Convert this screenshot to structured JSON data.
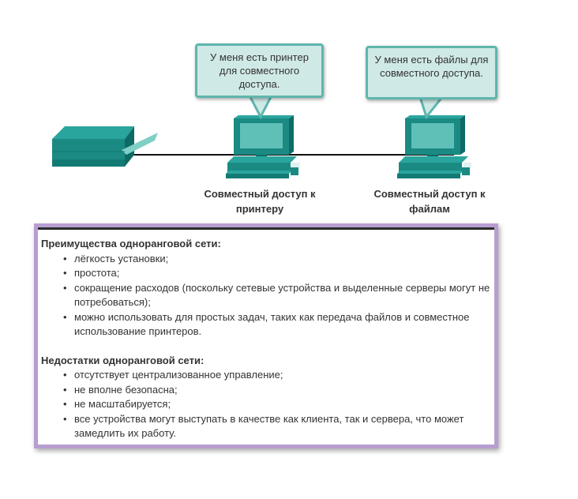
{
  "bubbles": {
    "printer_share": "У меня есть принтер для совместного доступа.",
    "file_share": "У меня есть файлы для совместного доступа."
  },
  "captions": {
    "printer_pc": "Совместный доступ к принтеру",
    "file_pc": "Совместный доступ к файлам"
  },
  "advantages": {
    "heading": "Преимущества одноранговой сети:",
    "items": [
      "лёгкость установки;",
      "простота;",
      "сокращение расходов (поскольку сетевые устройства и выделенные серверы могут не потребоваться);",
      "можно использовать для простых задач, таких как передача файлов и совместное использование принтеров."
    ]
  },
  "disadvantages": {
    "heading": "Недостатки одноранговой сети:",
    "items": [
      "отсутствует централизованное управление;",
      "не вполне безопасна;",
      "не масштабируется;",
      "все устройства могут выступать в качестве как клиента, так и сервера, что может замедлить их работу."
    ]
  },
  "bullet": "•",
  "colors": {
    "device_teal": "#1f8f88",
    "device_dark": "#0f6b66",
    "screen": "#5fc0b8",
    "bubble_fill": "#cfe9e6",
    "bubble_border": "#5fb6ad",
    "panel_border": "#b89ed0"
  },
  "icons": [
    "printer-icon",
    "computer-icon"
  ]
}
